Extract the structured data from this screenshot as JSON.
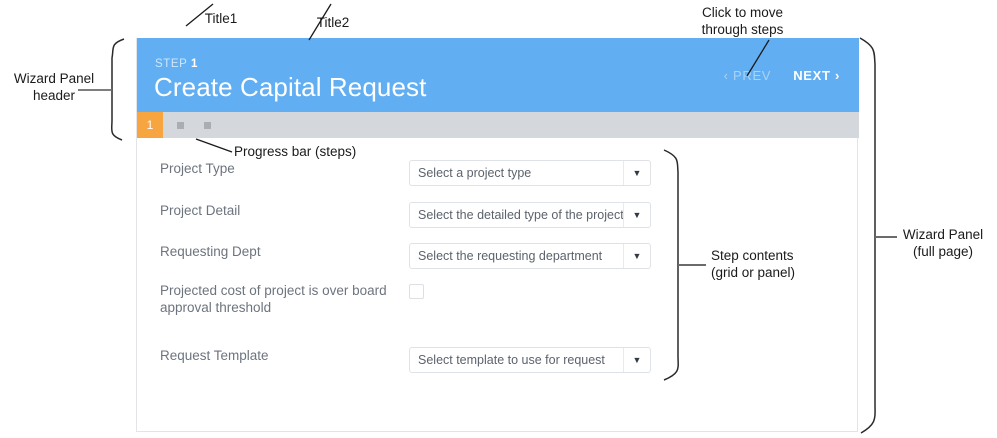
{
  "colors": {
    "header_blue": "#61aff2",
    "progress_grey": "#d4d8dd",
    "active_step_orange": "#f6a540",
    "inactive_dot": "#a9aeb5",
    "label_grey": "#6d747e",
    "annotation_black": "#1a1a1a"
  },
  "wizard": {
    "header": {
      "eyebrow_word": "STEP",
      "eyebrow_number": "1",
      "title": "Create Capital Request",
      "prev_label": "‹ PREV",
      "next_label": "NEXT ›"
    },
    "progress": {
      "current_step_label": "1",
      "total_steps": 3,
      "steps": [
        {
          "label": "1",
          "state": "active"
        },
        {
          "label": "",
          "state": "pending"
        },
        {
          "label": "",
          "state": "pending"
        }
      ]
    },
    "form": {
      "rows": [
        {
          "label": "Project Type",
          "control": "dropdown",
          "value": "Select a project type",
          "arrow": "▼"
        },
        {
          "label": "Project Detail",
          "control": "dropdown",
          "value": "Select the detailed type of the project",
          "arrow": "▼"
        },
        {
          "label": "Requesting Dept",
          "control": "dropdown",
          "value": "Select the requesting department",
          "arrow": "▼"
        },
        {
          "label": "Projected cost of project is over board approval threshold",
          "control": "checkbox",
          "value": "",
          "checked": false
        },
        {
          "label": "Request Template",
          "control": "dropdown",
          "value": "Select template to use for request",
          "arrow": "▼"
        }
      ]
    }
  },
  "annotations": [
    {
      "id": "title1",
      "text": "Title1"
    },
    {
      "id": "title2",
      "text": "Title2"
    },
    {
      "id": "click-to-move",
      "text": "Click to move\nthrough steps"
    },
    {
      "id": "wizard-panel-header",
      "text": "Wizard Panel\nheader"
    },
    {
      "id": "progress-bar-steps",
      "text": "Progress bar (steps)"
    },
    {
      "id": "step-contents",
      "text": "Step contents\n(grid or panel)"
    },
    {
      "id": "wizard-panel-full-page",
      "text": "Wizard Panel\n(full page)"
    }
  ]
}
